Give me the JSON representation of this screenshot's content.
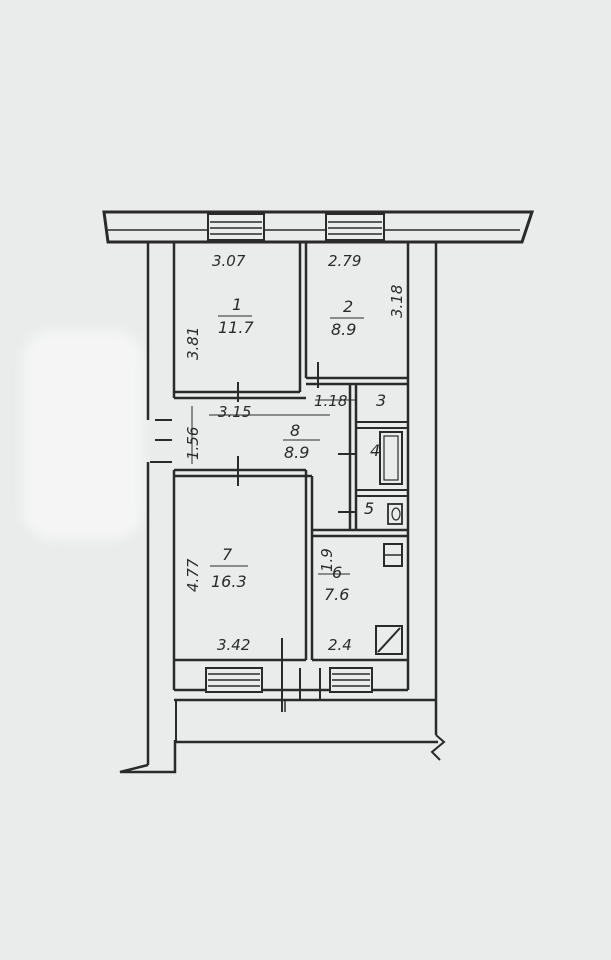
{
  "rooms": [
    {
      "id": "1",
      "area": "11.7"
    },
    {
      "id": "2",
      "area": "8.9"
    },
    {
      "id": "3",
      "area": ""
    },
    {
      "id": "4",
      "area": ""
    },
    {
      "id": "5",
      "area": ""
    },
    {
      "id": "6",
      "area": "7.6"
    },
    {
      "id": "7",
      "area": "16.3"
    },
    {
      "id": "8",
      "area": "8.9"
    }
  ],
  "dimensions": {
    "room1_width": "3.07",
    "room1_height": "3.81",
    "room2_width": "2.79",
    "room2_height": "3.18",
    "hall_width": "3.15",
    "hall_height": "1.56",
    "bath_width": "1.18",
    "room7_width": "3.42",
    "room7_height": "4.77",
    "kitchen_width": "2.4",
    "kitchen_height": "1.9"
  }
}
